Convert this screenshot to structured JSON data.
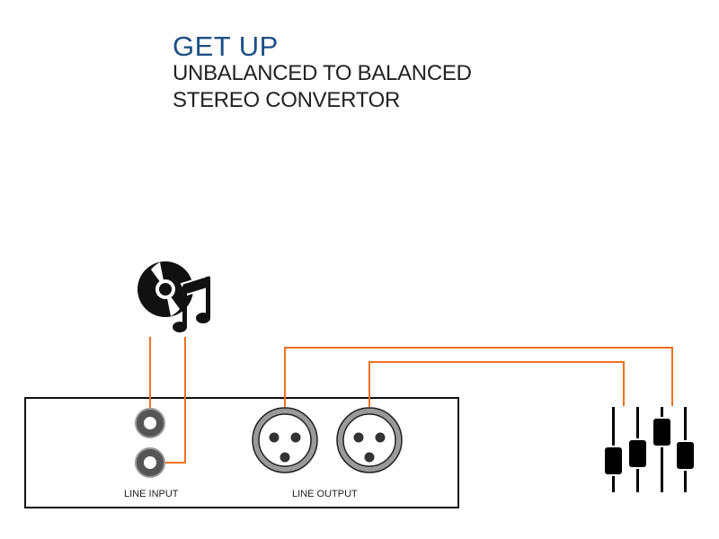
{
  "title": "GET UP",
  "subtitle_line1": "UNBALANCED TO BALANCED",
  "subtitle_line2": "STEREO CONVERTOR",
  "labels": {
    "line_input": "LINE INPUT",
    "line_output": "LINE OUTPUT"
  },
  "colors": {
    "title": "#1e4f86",
    "cable": "#f07020",
    "connector_ring": "#9a9a9a"
  }
}
